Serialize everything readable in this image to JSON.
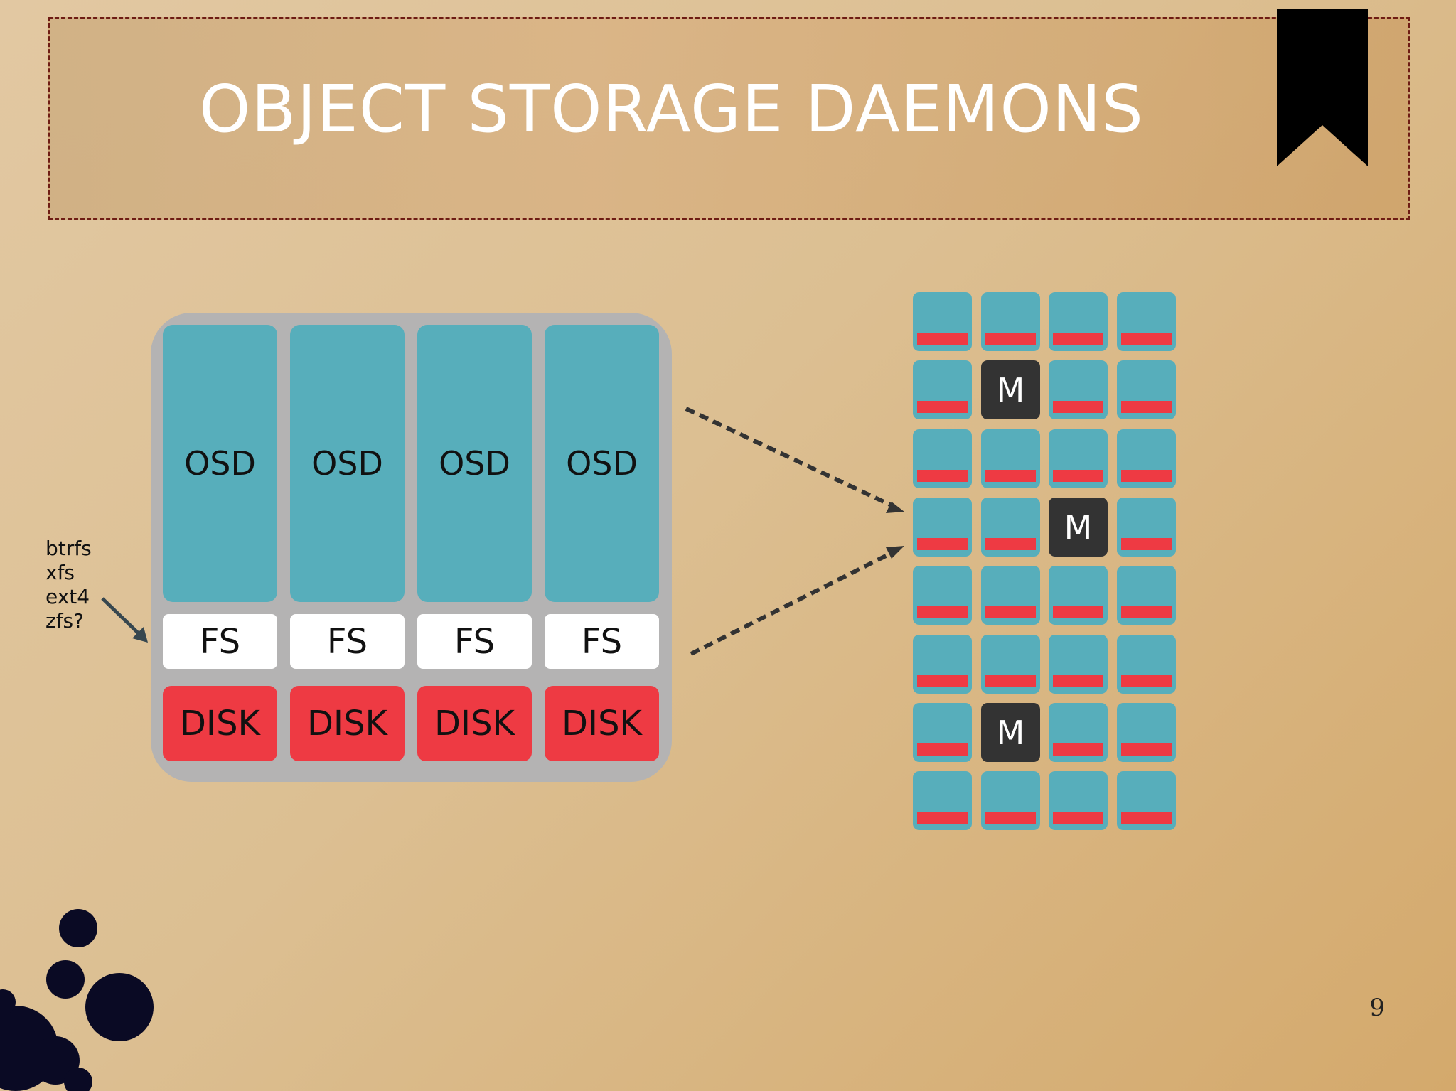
{
  "slide": {
    "title": "OBJECT STORAGE DAEMONS",
    "page_number": "9"
  },
  "filesystems": [
    "btrfs",
    "xfs",
    "ext4",
    "zfs?"
  ],
  "host": {
    "columns": [
      {
        "osd": "OSD",
        "fs": "FS",
        "disk": "DISK"
      },
      {
        "osd": "OSD",
        "fs": "FS",
        "disk": "DISK"
      },
      {
        "osd": "OSD",
        "fs": "FS",
        "disk": "DISK"
      },
      {
        "osd": "OSD",
        "fs": "FS",
        "disk": "DISK"
      }
    ]
  },
  "cluster": {
    "rows": 8,
    "cols": 4,
    "monitor_label": "M",
    "monitors": [
      [
        1,
        1
      ],
      [
        3,
        2
      ],
      [
        6,
        1
      ]
    ]
  },
  "colors": {
    "osd": "#57aebb",
    "fs": "#ffffff",
    "disk": "#ee3a43",
    "monitor": "#333333",
    "host": "#b4b3b3",
    "title_border": "#6e1c14"
  },
  "icons": [
    "bookmark-ribbon-icon",
    "ink-splatter-icon"
  ]
}
